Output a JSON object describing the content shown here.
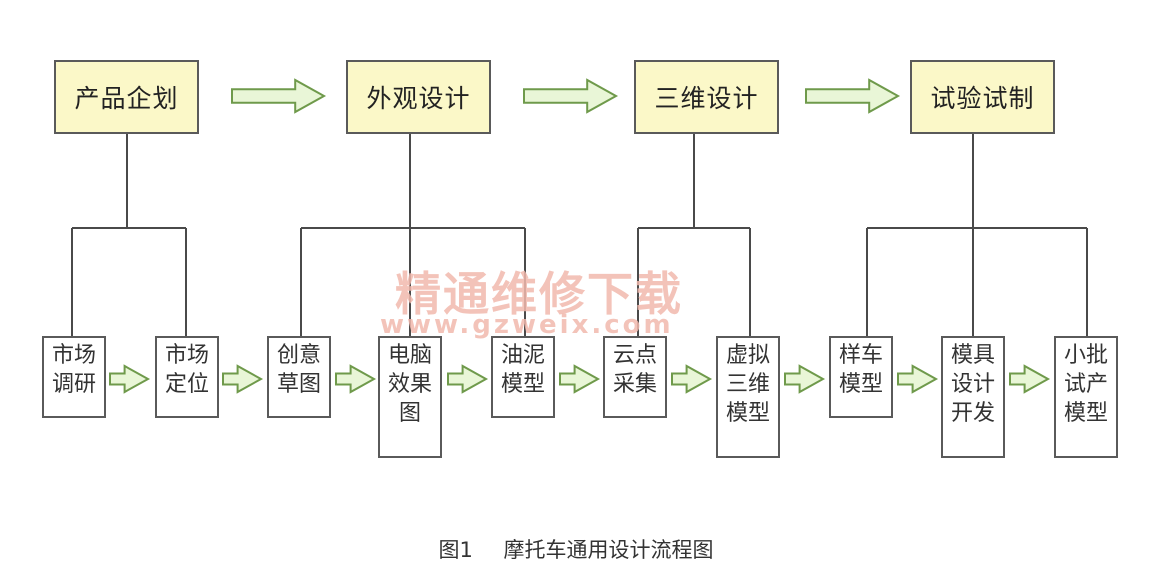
{
  "stages": [
    {
      "id": "planning",
      "label": "产品企划"
    },
    {
      "id": "appearance",
      "label": "外观设计"
    },
    {
      "id": "3d",
      "label": "三维设计"
    },
    {
      "id": "trial",
      "label": "试验试制"
    }
  ],
  "steps": [
    {
      "label": "市场调研",
      "lines": [
        "市场",
        "调研"
      ]
    },
    {
      "label": "市场定位",
      "lines": [
        "市场",
        "定位"
      ]
    },
    {
      "label": "创意草图",
      "lines": [
        "创意",
        "草图"
      ]
    },
    {
      "label": "电脑效果图",
      "lines": [
        "电脑",
        "效果",
        "图"
      ]
    },
    {
      "label": "油泥模型",
      "lines": [
        "油泥",
        "模型"
      ]
    },
    {
      "label": "云点采集",
      "lines": [
        "云点",
        "采集"
      ]
    },
    {
      "label": "虚拟三维模型",
      "lines": [
        "虚拟",
        "三维",
        "模型"
      ]
    },
    {
      "label": "样车模型",
      "lines": [
        "样车",
        "模型"
      ]
    },
    {
      "label": "模具设计开发",
      "lines": [
        "模具",
        "设计",
        "开发"
      ]
    },
    {
      "label": "小批试产模型",
      "lines": [
        "小批",
        "试产",
        "模型"
      ]
    }
  ],
  "caption": {
    "number": "图1",
    "title": "摩托车通用设计流程图"
  },
  "watermark": {
    "text": "精通维修下载",
    "url": "www.gzweix.com"
  },
  "colors": {
    "stage_fill": "#fbf8c8",
    "border": "#5a5a5a",
    "arrow_fill": "#e9f6d7",
    "arrow_stroke": "#6f9a4b",
    "watermark": "#f1b9ad"
  }
}
